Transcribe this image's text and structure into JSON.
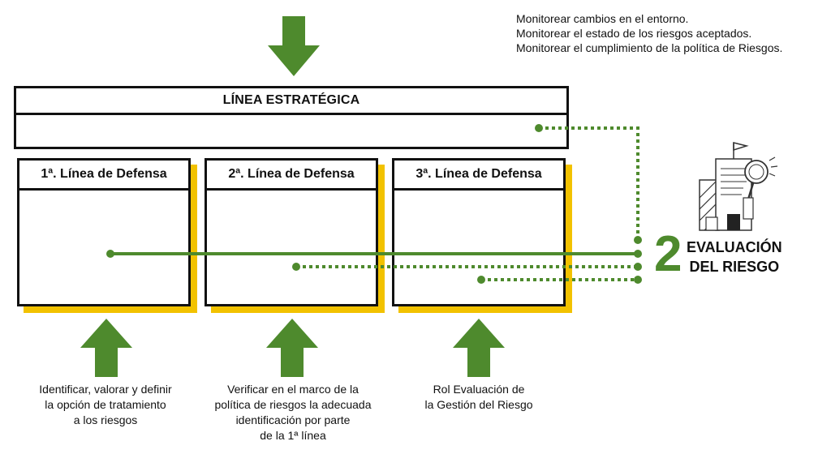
{
  "monitor": {
    "lines": [
      "Monitorear cambios en el entorno.",
      "Monitorear el estado de los riesgos aceptados.",
      "Monitorear el cumplimiento de la política de Riesgos."
    ]
  },
  "strategic": {
    "title": "LÍNEA ESTRATÉGICA"
  },
  "defense_lines": [
    {
      "title": "1ª. Línea de Defensa",
      "caption": [
        "Identificar, valorar y definir",
        "la opción de tratamiento",
        "a los riesgos"
      ]
    },
    {
      "title": "2ª. Línea de Defensa",
      "caption": [
        "Verificar en el marco de la",
        "política de riesgos la adecuada",
        "identificación por parte",
        "de la 1ª línea"
      ]
    },
    {
      "title": "3ª. Línea de Defensa",
      "caption": [
        "Rol Evaluación de",
        "la Gestión del Riesgo"
      ]
    }
  ],
  "evaluation": {
    "number": "2",
    "line1": "EVALUACIÓN",
    "line2": "DEL RIESGO"
  },
  "colors": {
    "green": "#4e8a2d",
    "yellow": "#f2c200",
    "border": "#111111"
  }
}
